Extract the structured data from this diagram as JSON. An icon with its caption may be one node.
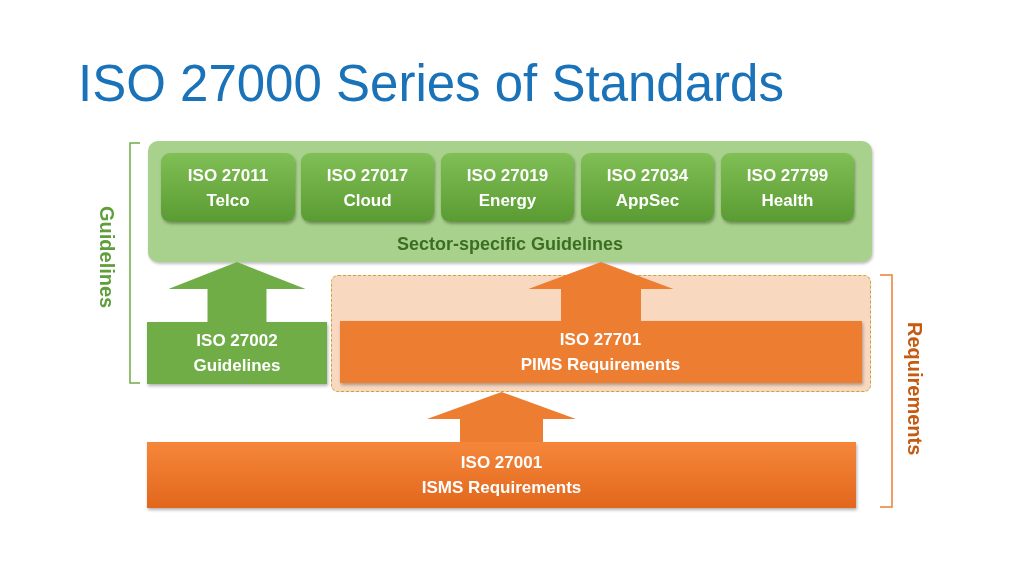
{
  "diagram": {
    "title": "ISO 27000 Series of Standards",
    "nodes": [
      {
        "text": [
          "Sector-specific Guidelines"
        ]
      },
      {
        "text": [
          "ISO 27011",
          "Telco"
        ],
        "in": 0
      },
      {
        "text": [
          "ISO 27017",
          "Cloud"
        ],
        "in": 0
      },
      {
        "text": [
          "ISO 27019",
          "Energy"
        ],
        "in": 0
      },
      {
        "text": [
          "ISO 27034",
          "AppSec"
        ],
        "in": 0
      },
      {
        "text": [
          "ISO 27799",
          "Health"
        ],
        "in": 0
      },
      {
        "text": [
          "ISO 27002",
          "Guidelines"
        ]
      },
      {
        "text": [],
        "shape": "box"
      },
      {
        "text": [
          "ISO 27701",
          "PIMS Requirements"
        ],
        "in": 7
      },
      {
        "text": [
          "ISO 27001",
          "ISMS Requirements"
        ]
      }
    ],
    "edges": [
      {
        "from": 6,
        "to": 0,
        "arrow": "to",
        "color": "#70ad47"
      },
      {
        "from": 8,
        "to": 0,
        "arrow": "to"
      },
      {
        "from": 9,
        "to": 7,
        "arrow": "to"
      }
    ],
    "labels": [
      "Guidelines",
      "Requirements"
    ]
  }
}
